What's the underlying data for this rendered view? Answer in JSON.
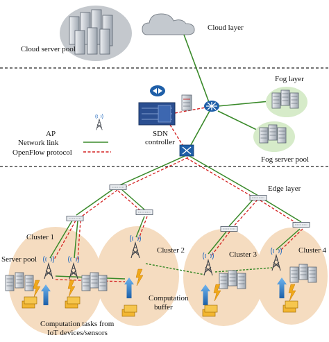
{
  "layers": {
    "cloud": "Cloud layer",
    "fog": "Fog layer",
    "edge": "Edge layer"
  },
  "labels": {
    "cloud_server_pool": "Cloud server pool",
    "fog_server_pool": "Fog server pool",
    "sdn_line1": "SDN",
    "sdn_line2": "controller",
    "server_pool": "Server pool",
    "computation_buffer_line1": "Computation",
    "computation_buffer_line2": "buffer",
    "tasks_line1": "Computation tasks from",
    "tasks_line2": "IoT devices/sensors"
  },
  "legend": {
    "ap": "AP",
    "network_link": "Network link",
    "openflow": "OpenFlow protocol"
  },
  "clusters": [
    "Cluster 1",
    "Cluster 2",
    "Cluster 3",
    "Cluster 4"
  ],
  "colors": {
    "network_link": "#3a8a2a",
    "openflow": "#d42020",
    "cluster_fill": "#f5dcc0",
    "fog_fill": "#d6ebc9",
    "cloud_fill": "#c4c8cd",
    "task_arrow": "#2f7fd0",
    "lightning": "#f0a81a"
  }
}
